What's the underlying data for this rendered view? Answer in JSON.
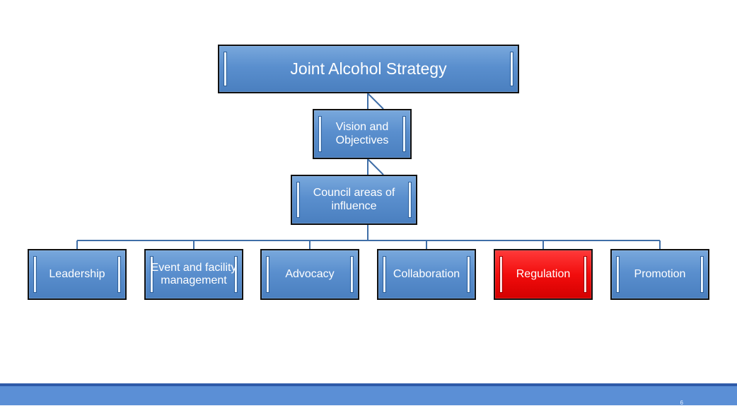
{
  "diagram": {
    "root": {
      "label": "Joint Alcohol Strategy"
    },
    "level2": {
      "label": "Vision and Objectives"
    },
    "level3": {
      "label": "Council areas of influence"
    },
    "leaves": [
      {
        "label": "Leadership",
        "highlighted": false
      },
      {
        "label": "Event and facility management",
        "highlighted": false
      },
      {
        "label": "Advocacy",
        "highlighted": false
      },
      {
        "label": "Collaboration",
        "highlighted": false
      },
      {
        "label": "Regulation",
        "highlighted": true
      },
      {
        "label": "Promotion",
        "highlighted": false
      }
    ],
    "colors": {
      "box": "#5a8fce",
      "highlight": "#f20d0d",
      "connector": "#3f6ea7",
      "footer": "#5b8fd6"
    }
  },
  "footer": {
    "page_number": "6"
  }
}
